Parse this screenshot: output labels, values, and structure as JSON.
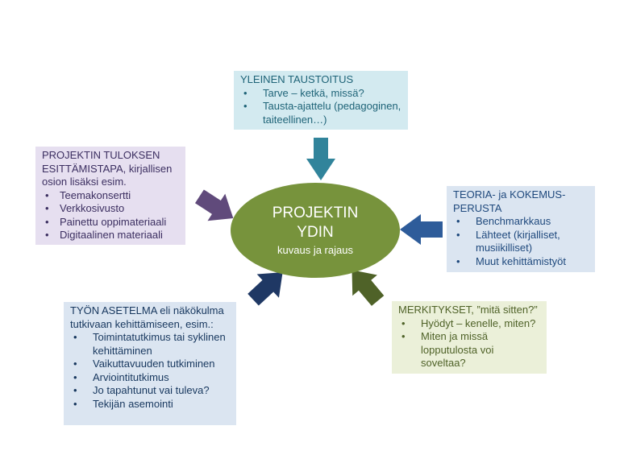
{
  "core": {
    "title_line1": "PROJEKTIN",
    "title_line2": "YDIN",
    "subtitle": "kuvaus ja rajaus"
  },
  "top": {
    "title": "YLEINEN TAUSTOITUS",
    "items": [
      "Tarve – ketkä, missä?",
      "Tausta-ajattelu (pedagoginen, taiteellinen…)"
    ]
  },
  "left": {
    "title": "PROJEKTIN TULOKSEN ESITTÄMISTAPA, kirjallisen osion lisäksi esim.",
    "items": [
      "Teemakonsertti",
      "Verkkosivusto",
      "Painettu oppimateriaali",
      "Digitaalinen materiaali"
    ]
  },
  "right": {
    "title": "TEORIA- ja KOKEMUS-PERUSTA",
    "items": [
      "Benchmarkkaus",
      "Lähteet (kirjalliset, musiikilliset)",
      "Muut kehittämistyöt"
    ]
  },
  "bottom_left": {
    "title": "TYÖN ASETELMA eli näkökulma tutkivaan kehittämiseen, esim.:",
    "items": [
      "Toimintatutkimus tai syklinen kehittäminen",
      "Vaikuttavuuden tutkiminen",
      "Arviointitutkimus",
      "Jo tapahtunut vai tuleva?",
      "Tekijän asemointi"
    ]
  },
  "bottom_right": {
    "title": "MERKITYKSET, ”mitä sitten?”",
    "items": [
      "Hyödyt – kenelle, miten?",
      "Miten ja missä lopputulosta voi soveltaa?"
    ]
  },
  "colors": {
    "core": "#77933c",
    "arrow_top": "#31849b",
    "arrow_left": "#604a7b",
    "arrow_right": "#2e5c9a",
    "arrow_bottom_left": "#1f3864",
    "arrow_bottom_right": "#4f6228"
  }
}
